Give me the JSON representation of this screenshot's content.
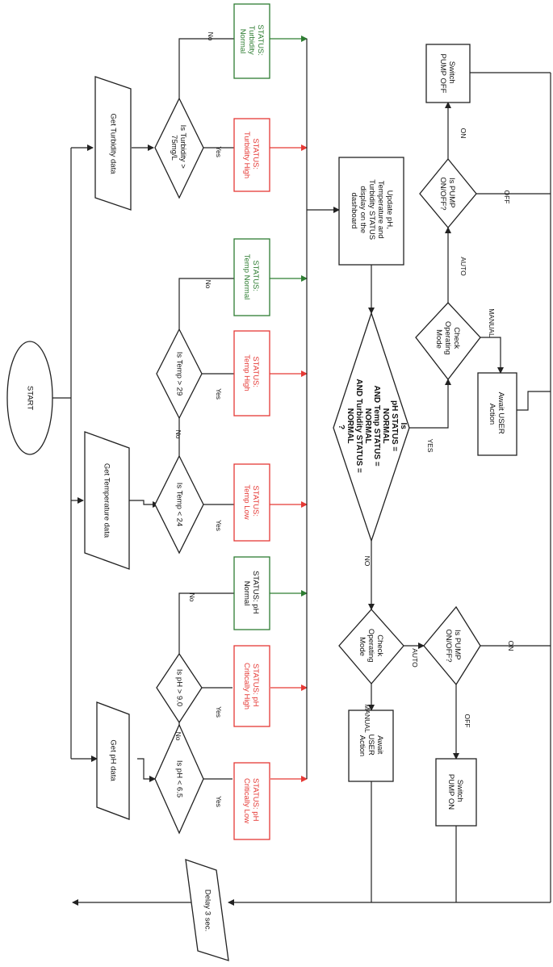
{
  "colors": {
    "line": "#222222",
    "high": "#e53935",
    "normal": "#2e7d32"
  },
  "nodes": {
    "start": "START",
    "get_ph": "Get pH data",
    "get_temp": "Get Temperature data",
    "get_turb": "Get Turbidity data",
    "ph_low_q": "Is pH < 6.5",
    "ph_high_q": "Is pH > 9.0",
    "temp_low_q": "Is Temp < 24",
    "temp_high_q": "Is Temp > 29",
    "turb_q": [
      "Is Turbidity >",
      "75mg/L"
    ],
    "st_ph_low": [
      "STATUS: pH",
      "Critically Low"
    ],
    "st_ph_high": [
      "STATUS: pH",
      "Critically High"
    ],
    "st_ph_normal": [
      "STATUS: pH",
      "Normal"
    ],
    "st_temp_low": [
      "STATUS:",
      "Temp Low"
    ],
    "st_temp_high": [
      "STATUS:",
      "Temp High"
    ],
    "st_temp_normal": [
      "STATUS:",
      "Temp Normal"
    ],
    "st_turb_high": [
      "STATUS:",
      "Turbidity High"
    ],
    "st_turb_normal": [
      "STATUS:",
      "Turbidity",
      "Normal"
    ],
    "update": [
      "Update pH,",
      "Temperature and",
      "Turbidity STATUS",
      "display on the",
      "dashboard"
    ],
    "big_q": [
      "Is",
      "pH STATUS =",
      "NORMAL",
      "AND Temp STATUS =",
      "NORMAL",
      "AND Turbidity STATUS =",
      "NORMAL",
      "?"
    ],
    "check_mode_1": [
      "Check",
      "Operating",
      "Mode"
    ],
    "check_mode_2": [
      "Check",
      "Operating",
      "Mode"
    ],
    "await_1": [
      "Await",
      "USER",
      "Action"
    ],
    "await_2": [
      "Await USER",
      "Action"
    ],
    "pump_q_1": [
      "Is PUMP",
      "ON/OFF?"
    ],
    "pump_q_2": [
      "Is PUMP",
      "ON/OFF?"
    ],
    "pump_on": [
      "Switch",
      "PUMP ON"
    ],
    "pump_off": [
      "Switch",
      "PUMP OFF"
    ],
    "delay": "Delay 3 sec."
  },
  "labels": {
    "yes": "Yes",
    "no": "No",
    "yes_caps": "YES",
    "no_caps": "NO",
    "auto": "AUTO",
    "manual": "MANUAL",
    "on": "ON",
    "off": "OFF"
  }
}
